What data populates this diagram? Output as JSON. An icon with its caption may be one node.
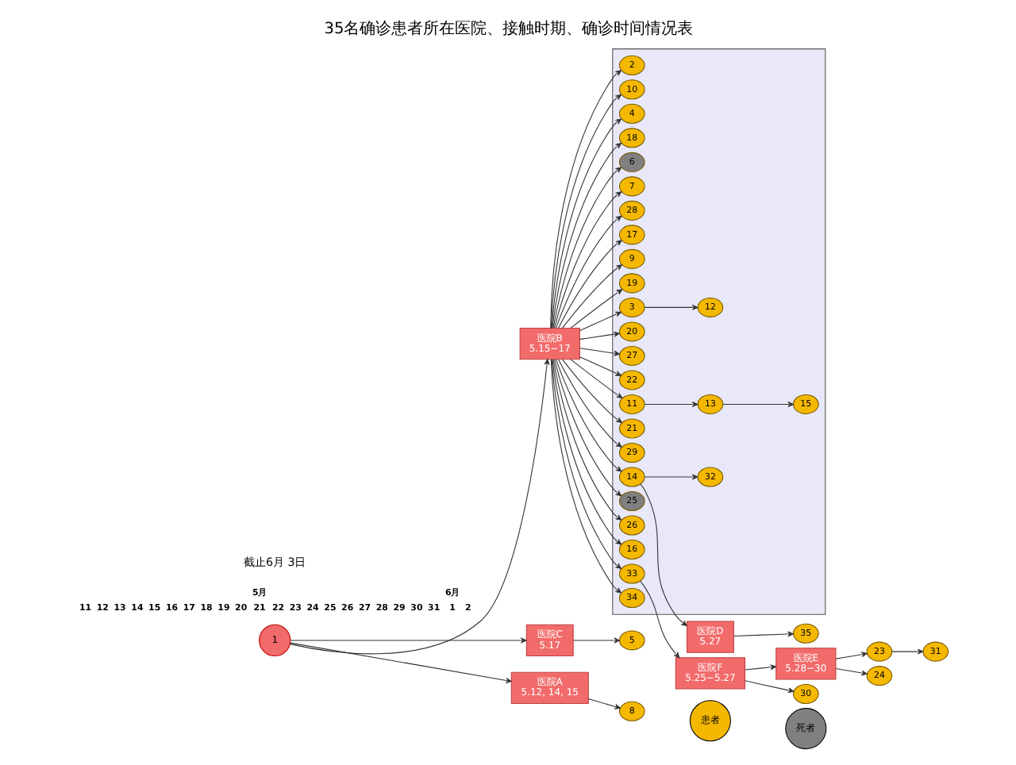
{
  "diagram": {
    "title": "35名确诊患者所在医院、接触时期、确诊时间情况表",
    "nodes": [
      {
        "text": [
          "1"
        ]
      },
      {
        "text": [],
        "shape": "box"
      },
      {
        "text": [
          "医院B",
          "5.15−17"
        ]
      },
      {
        "text": [
          "2"
        ],
        "in": 1
      },
      {
        "text": [
          "10"
        ],
        "in": 1
      },
      {
        "text": [
          "4"
        ],
        "in": 1
      },
      {
        "text": [
          "18"
        ],
        "in": 1
      },
      {
        "text": [
          "6"
        ],
        "in": 1
      },
      {
        "text": [
          "7"
        ],
        "in": 1
      },
      {
        "text": [
          "28"
        ],
        "in": 1
      },
      {
        "text": [
          "17"
        ],
        "in": 1
      },
      {
        "text": [
          "9"
        ],
        "in": 1
      },
      {
        "text": [
          "19"
        ],
        "in": 1
      },
      {
        "text": [
          "3"
        ],
        "in": 1
      },
      {
        "text": [
          "12"
        ],
        "in": 1
      },
      {
        "text": [
          "20"
        ],
        "in": 1
      },
      {
        "text": [
          "27"
        ],
        "in": 1
      },
      {
        "text": [
          "22"
        ],
        "in": 1
      },
      {
        "text": [
          "11"
        ],
        "in": 1
      },
      {
        "text": [
          "13"
        ],
        "in": 1
      },
      {
        "text": [
          "21"
        ],
        "in": 1
      },
      {
        "text": [
          "29"
        ],
        "in": 1
      },
      {
        "text": [
          "15"
        ],
        "in": 1
      },
      {
        "text": [
          "14"
        ],
        "in": 1
      },
      {
        "text": [
          "25"
        ],
        "in": 1
      },
      {
        "text": [
          "26"
        ],
        "in": 1
      },
      {
        "text": [
          "32"
        ],
        "in": 1
      },
      {
        "text": [
          "16"
        ],
        "in": 1
      },
      {
        "text": [
          "33"
        ],
        "in": 1
      },
      {
        "text": [
          "34"
        ],
        "in": 1
      },
      {
        "text": [
          "医院E",
          "5.28−30"
        ]
      },
      {
        "text": [
          "23"
        ]
      },
      {
        "text": [
          "31"
        ]
      },
      {
        "text": [
          "24"
        ]
      },
      {
        "text": [
          "医院F",
          "5.25−5.27"
        ]
      },
      {
        "text": [
          "30"
        ]
      },
      {
        "text": [
          "医院C",
          "5.17"
        ]
      },
      {
        "text": [
          "5"
        ]
      },
      {
        "text": [
          "医院D",
          "5.27"
        ]
      },
      {
        "text": [
          "35"
        ]
      },
      {
        "text": [
          "医院A",
          "5.12, 14, 15"
        ]
      },
      {
        "text": [
          "8"
        ]
      }
    ],
    "edges": [
      {
        "from": 0,
        "to": 2,
        "arrow": "to"
      },
      {
        "from": 0,
        "to": 36,
        "arrow": "to"
      },
      {
        "from": 0,
        "to": 40,
        "arrow": "to"
      },
      {
        "from": 2,
        "to": 3,
        "arrow": "to"
      },
      {
        "from": 2,
        "to": 4,
        "arrow": "to"
      },
      {
        "from": 2,
        "to": 5,
        "arrow": "to"
      },
      {
        "from": 2,
        "to": 6,
        "arrow": "to"
      },
      {
        "from": 2,
        "to": 7,
        "arrow": "to"
      },
      {
        "from": 2,
        "to": 8,
        "arrow": "to"
      },
      {
        "from": 2,
        "to": 9,
        "arrow": "to"
      },
      {
        "from": 2,
        "to": 10,
        "arrow": "to"
      },
      {
        "from": 2,
        "to": 11,
        "arrow": "to"
      },
      {
        "from": 2,
        "to": 12,
        "arrow": "to"
      },
      {
        "from": 2,
        "to": 13,
        "arrow": "to"
      },
      {
        "from": 13,
        "to": 14,
        "arrow": "to"
      },
      {
        "from": 2,
        "to": 15,
        "arrow": "to"
      },
      {
        "from": 2,
        "to": 16,
        "arrow": "to"
      },
      {
        "from": 2,
        "to": 17,
        "arrow": "to"
      },
      {
        "from": 2,
        "to": 18,
        "arrow": "to"
      },
      {
        "from": 18,
        "to": 19,
        "arrow": "to"
      },
      {
        "from": 2,
        "to": 20,
        "arrow": "to"
      },
      {
        "from": 2,
        "to": 21,
        "arrow": "to"
      },
      {
        "from": 19,
        "to": 22,
        "arrow": "to"
      },
      {
        "from": 2,
        "to": 23,
        "arrow": "to"
      },
      {
        "from": 2,
        "to": 24,
        "arrow": "to"
      },
      {
        "from": 2,
        "to": 25,
        "arrow": "to"
      },
      {
        "from": 23,
        "to": 26,
        "arrow": "to"
      },
      {
        "from": 2,
        "to": 27,
        "arrow": "to"
      },
      {
        "from": 2,
        "to": 28,
        "arrow": "to"
      },
      {
        "from": 2,
        "to": 29,
        "arrow": "to"
      },
      {
        "from": 28,
        "to": 34,
        "arrow": "to"
      },
      {
        "from": 23,
        "to": 38,
        "arrow": "to"
      },
      {
        "from": 34,
        "to": 30,
        "arrow": "to"
      },
      {
        "from": 30,
        "to": 31,
        "arrow": "to"
      },
      {
        "from": 30,
        "to": 33,
        "arrow": "to"
      },
      {
        "from": 31,
        "to": 32,
        "arrow": "to"
      },
      {
        "from": 34,
        "to": 35,
        "arrow": "to"
      },
      {
        "from": 36,
        "to": 37,
        "arrow": "to"
      },
      {
        "from": 38,
        "to": 39,
        "arrow": "to"
      },
      {
        "from": 40,
        "to": 41,
        "arrow": "to"
      }
    ],
    "labels": [
      "截止6月 3日",
      "5月",
      "6月",
      "11",
      "12",
      "13",
      "14",
      "15",
      "16",
      "17",
      "18",
      "19",
      "20",
      "21",
      "22",
      "23",
      "24",
      "25",
      "26",
      "27",
      "28",
      "29",
      "30",
      "31",
      "1",
      "2"
    ],
    "legend": [
      {
        "text": "患者",
        "color": "#f5b800"
      },
      {
        "text": "死者",
        "color": "#808080"
      }
    ]
  }
}
